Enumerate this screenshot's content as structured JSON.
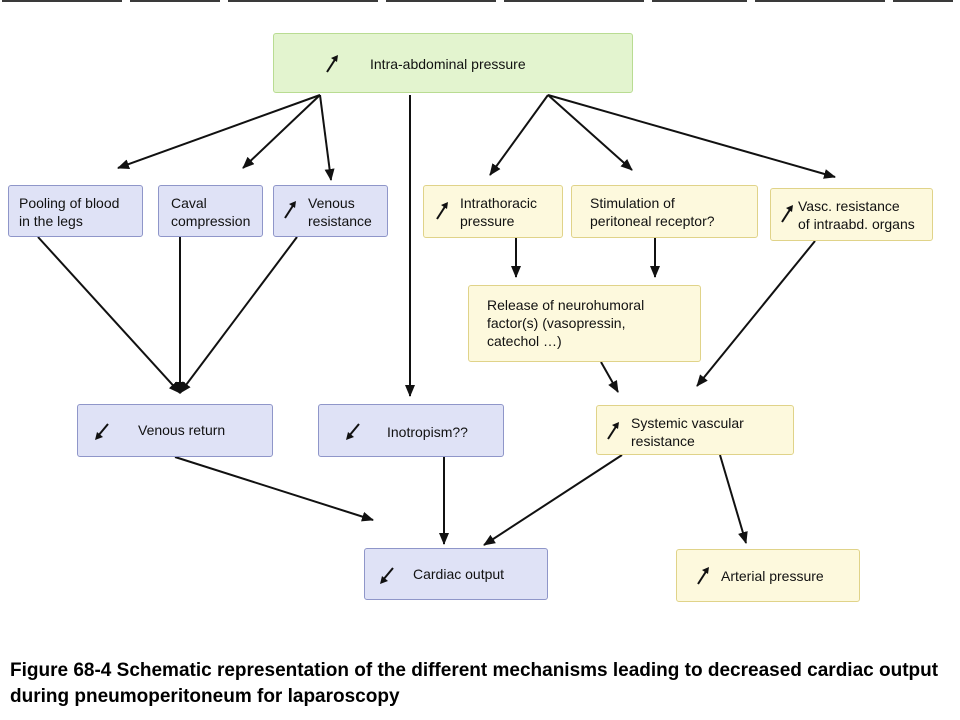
{
  "diagram": {
    "nodes": {
      "intra_abdominal_pressure": {
        "label": "Intra-abdominal pressure",
        "indicator": "increase"
      },
      "pooling_of_blood": {
        "label": "Pooling of blood\nin the legs",
        "indicator": "none"
      },
      "caval_compression": {
        "label": "Caval\ncompression",
        "indicator": "none"
      },
      "venous_resistance": {
        "label": "Venous\nresistance",
        "indicator": "increase"
      },
      "intrathoracic_pressure": {
        "label": "Intrathoracic\npressure",
        "indicator": "increase"
      },
      "peritoneal_receptor": {
        "label": "Stimulation of\nperitoneal receptor?",
        "indicator": "none"
      },
      "vasc_resistance_intraabd": {
        "label": "Vasc. resistance\nof intraabd. organs",
        "indicator": "increase"
      },
      "neurohumoral_factors": {
        "label": "Release of neurohumoral\nfactor(s) (vasopressin,\ncatechol …)",
        "indicator": "none"
      },
      "venous_return": {
        "label": "Venous return",
        "indicator": "decrease"
      },
      "inotropism": {
        "label": "Inotropism??",
        "indicator": "decrease"
      },
      "systemic_vascular_resistance": {
        "label": "Systemic vascular\nresistance",
        "indicator": "increase"
      },
      "cardiac_output": {
        "label": "Cardiac output",
        "indicator": "decrease"
      },
      "arterial_pressure": {
        "label": "Arterial pressure",
        "indicator": "increase"
      }
    },
    "edges": [
      [
        "intra_abdominal_pressure",
        "pooling_of_blood"
      ],
      [
        "intra_abdominal_pressure",
        "caval_compression"
      ],
      [
        "intra_abdominal_pressure",
        "venous_resistance"
      ],
      [
        "intra_abdominal_pressure",
        "inotropism"
      ],
      [
        "intra_abdominal_pressure",
        "intrathoracic_pressure"
      ],
      [
        "intra_abdominal_pressure",
        "peritoneal_receptor"
      ],
      [
        "intra_abdominal_pressure",
        "vasc_resistance_intraabd"
      ],
      [
        "pooling_of_blood",
        "venous_return"
      ],
      [
        "caval_compression",
        "venous_return"
      ],
      [
        "venous_resistance",
        "venous_return"
      ],
      [
        "intrathoracic_pressure",
        "neurohumoral_factors"
      ],
      [
        "peritoneal_receptor",
        "neurohumoral_factors"
      ],
      [
        "neurohumoral_factors",
        "systemic_vascular_resistance"
      ],
      [
        "vasc_resistance_intraabd",
        "systemic_vascular_resistance"
      ],
      [
        "venous_return",
        "cardiac_output"
      ],
      [
        "inotropism",
        "cardiac_output"
      ],
      [
        "systemic_vascular_resistance",
        "cardiac_output"
      ],
      [
        "systemic_vascular_resistance",
        "arterial_pressure"
      ]
    ]
  },
  "caption": {
    "text": "Figure 68-4  Schematic representation of the different mechanisms leading to decreased cardiac output during pneumoperitoneum for laparoscopy"
  },
  "colors": {
    "green_fill": "#e3f4cf",
    "blue_fill": "#dfe2f6",
    "yellow_fill": "#fdf9dd",
    "arrow": "#111111"
  }
}
